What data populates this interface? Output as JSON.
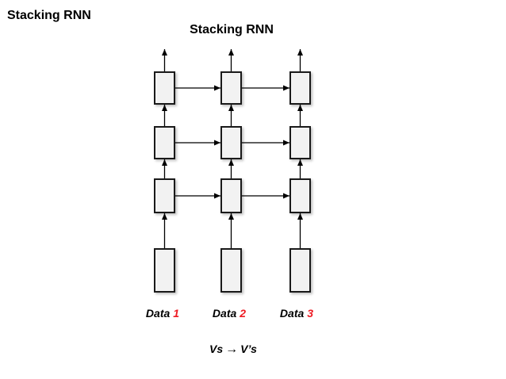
{
  "slide": {
    "title": "Stacking RNN",
    "diagram_title": "Stacking RNN",
    "caption": {
      "pre": "Vs",
      "arrow": "→",
      "post": "V’s"
    }
  },
  "data_labels": [
    {
      "text": "Data",
      "num": "1"
    },
    {
      "text": "Data",
      "num": "2"
    },
    {
      "text": "Data",
      "num": "3"
    }
  ],
  "colors": {
    "data_number_red": "#ee1c24",
    "cell_fill": "#f2f2f2",
    "cell_border": "#1a1a1a",
    "arrow": "#000000"
  }
}
